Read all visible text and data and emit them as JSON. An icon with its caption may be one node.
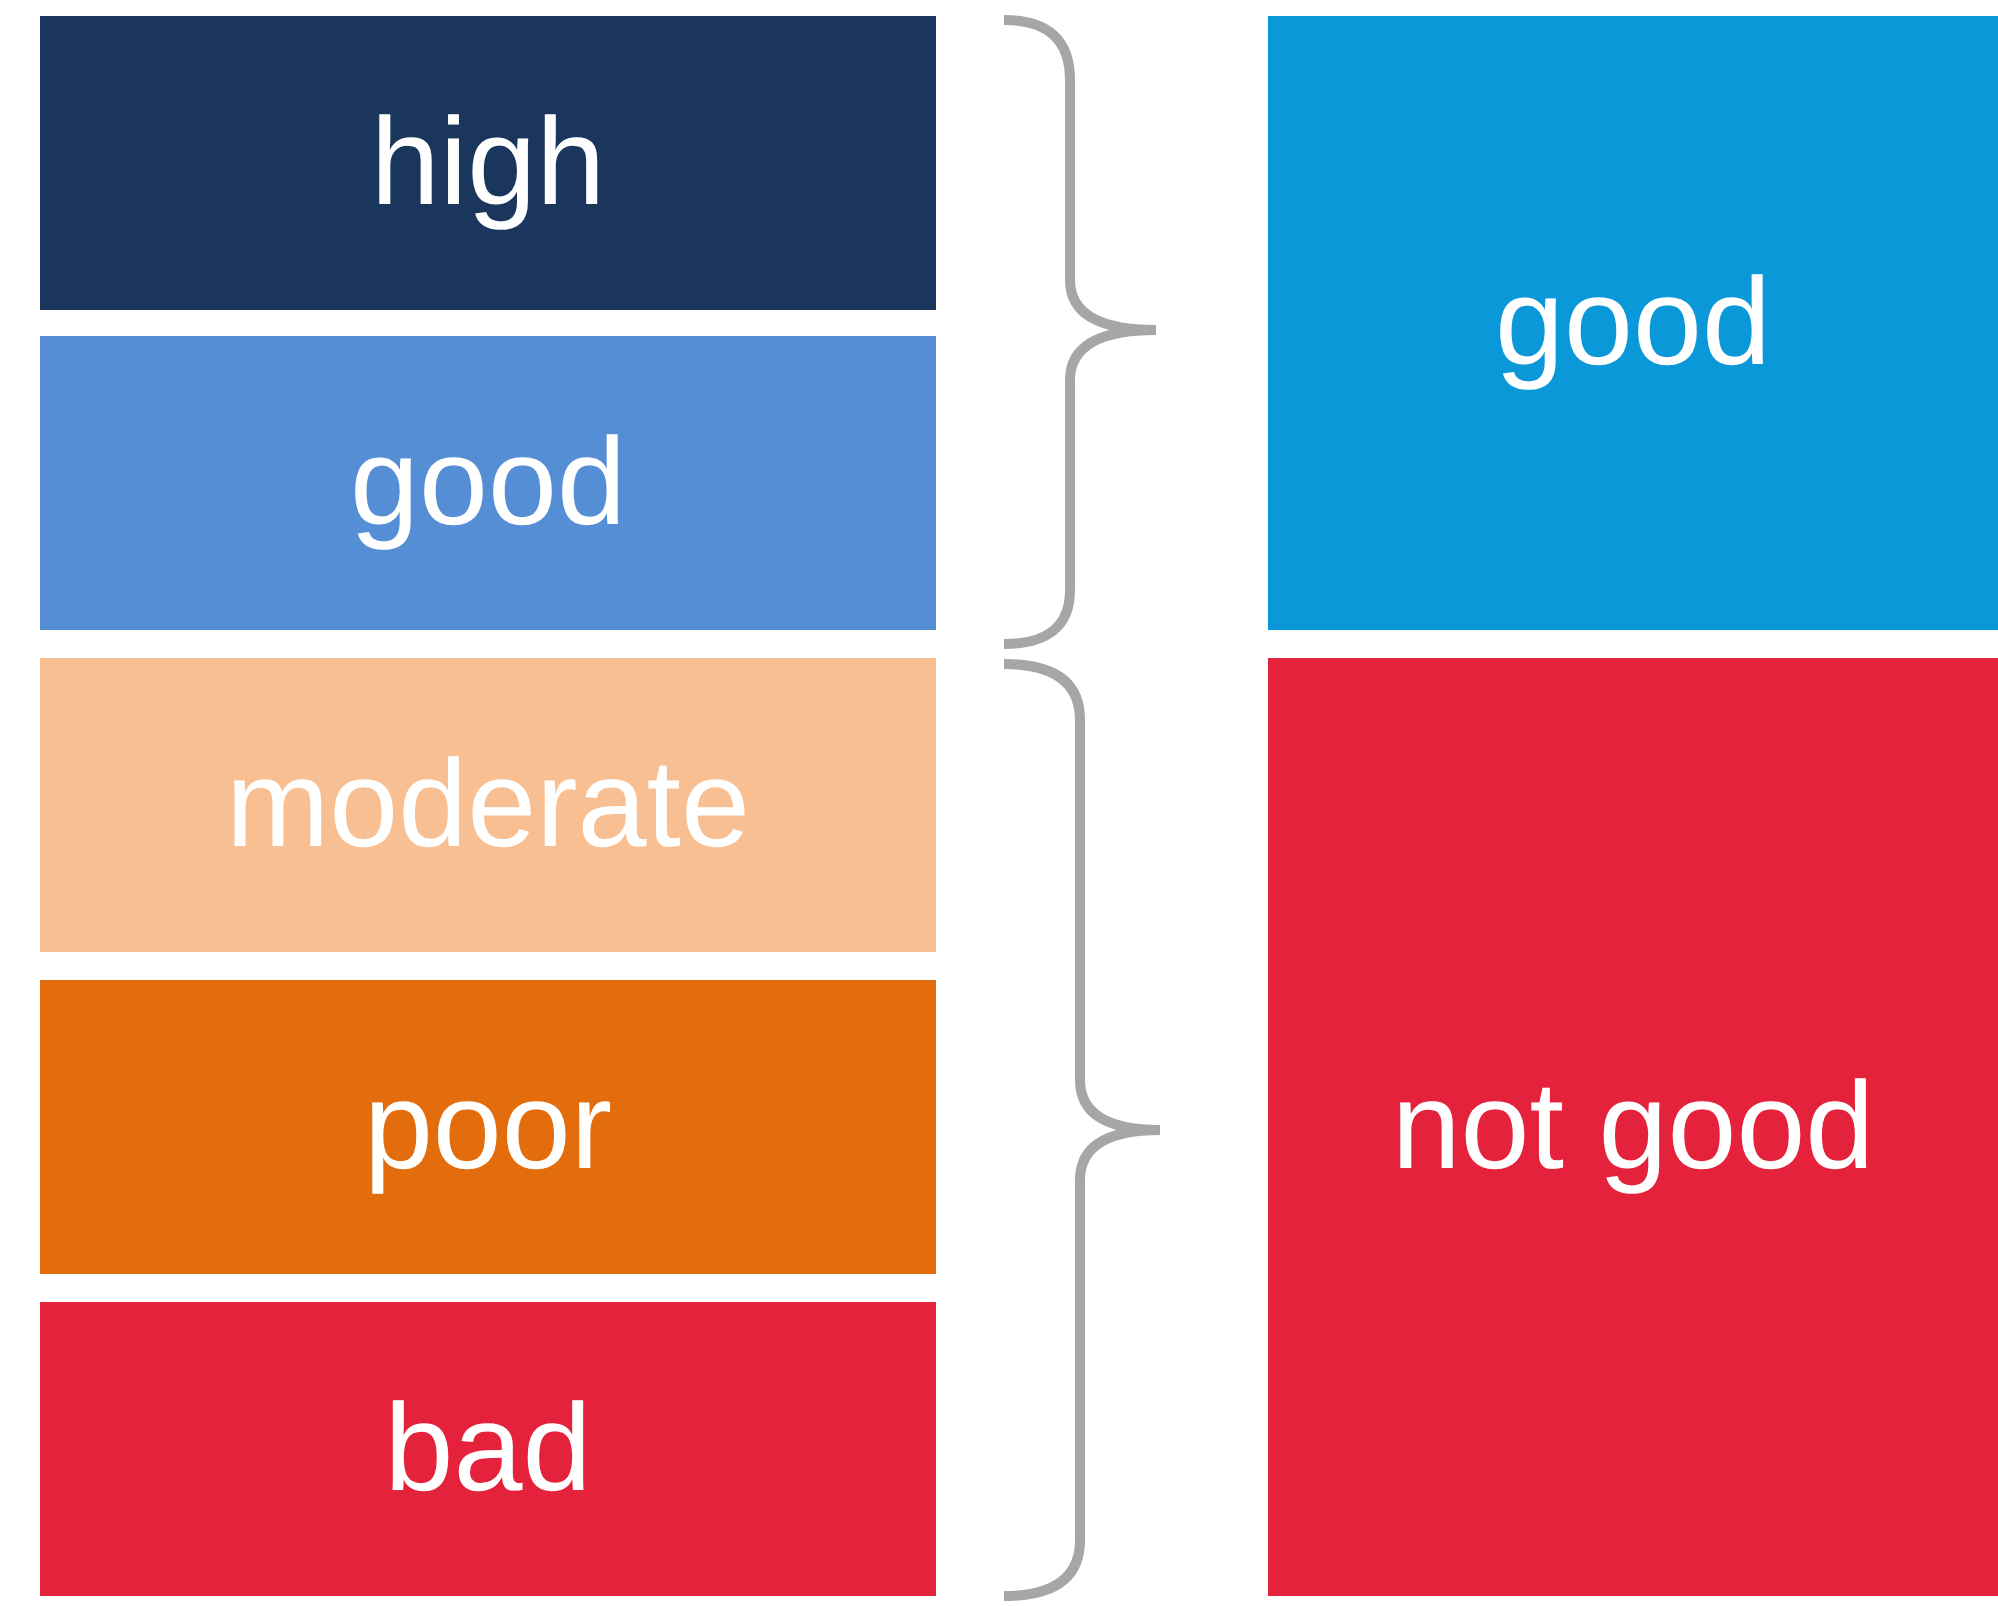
{
  "diagram": {
    "nodes": [
      {
        "text": [
          "high"
        ]
      },
      {
        "text": [
          "good"
        ]
      },
      {
        "text": [
          "moderate"
        ]
      },
      {
        "text": [
          "poor"
        ]
      },
      {
        "text": [
          "bad"
        ]
      },
      {
        "text": [
          "good"
        ]
      },
      {
        "text": [
          "not good"
        ]
      }
    ]
  }
}
